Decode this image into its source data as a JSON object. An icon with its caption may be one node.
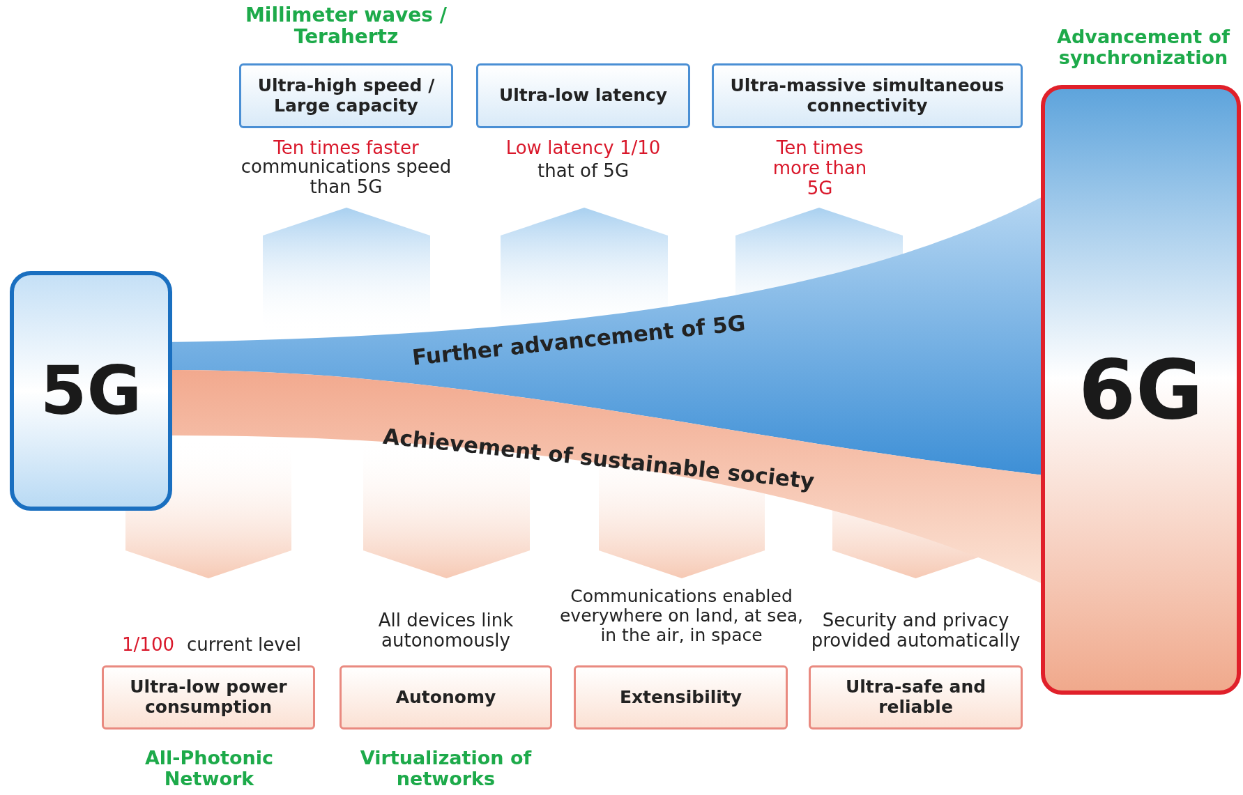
{
  "diagram": {
    "nodes": [
      {
        "text": [
          "5G"
        ]
      },
      {
        "text": [
          "6G"
        ],
        "beside": [
          "Advancement of synchronization"
        ]
      },
      {
        "text": [
          "Ultra-high speed / Large capacity"
        ],
        "beside": [
          "Millimeter waves / Terahertz",
          "Ten times faster",
          "communications speed than 5G"
        ]
      },
      {
        "text": [
          "Ultra-low latency"
        ],
        "beside": [
          "Low latency 1/10",
          "that of 5G"
        ]
      },
      {
        "text": [
          "Ultra-massive simultaneous connectivity"
        ],
        "beside": [
          "Ten times more than 5G"
        ]
      },
      {
        "text": [
          "Ultra-low power consumption"
        ],
        "beside": [
          "1/100",
          "current level",
          "All-Photonic Network"
        ]
      },
      {
        "text": [
          "Autonomy"
        ],
        "beside": [
          "All devices link autonomously",
          "Virtualization of networks"
        ]
      },
      {
        "text": [
          "Extensibility"
        ],
        "beside": [
          "Communications enabled everywhere on land, at sea, in the air, in space"
        ]
      },
      {
        "text": [
          "Ultra-safe and reliable"
        ],
        "beside": [
          "Security and privacy provided automatically"
        ]
      }
    ],
    "edges": [
      {
        "from": 0,
        "to": 1,
        "arrow": "none",
        "label": "Further advancement of 5G",
        "color": "#3d8fd6"
      },
      {
        "from": 0,
        "to": 1,
        "arrow": "none",
        "label": "Achievement of sustainable society",
        "color": "#f2a98e"
      }
    ]
  }
}
